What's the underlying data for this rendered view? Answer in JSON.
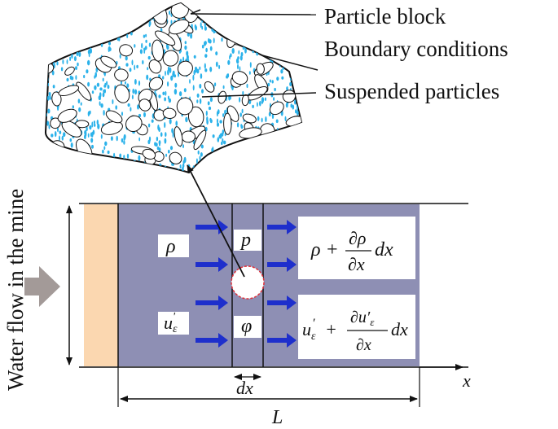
{
  "labels": {
    "particle_block": "Particle block",
    "boundary_conditions": "Boundary conditions",
    "suspended_particles": "Suspended particles",
    "water_flow": "Water flow in the mine"
  },
  "symbols": {
    "rho": "ρ",
    "p": "p",
    "u_eps_base": "u",
    "u_eps_sub": "ε",
    "phi": "φ",
    "dx": "dx",
    "x_axis": "x",
    "L": "L"
  },
  "equations": {
    "rho_plus": "ρ +",
    "rho_num": "∂ρ",
    "rho_den": "∂x",
    "rho_tail": "dx",
    "u_plus": "+",
    "u_num_base": "∂u′",
    "u_num_sub": "ε",
    "u_den": "∂x",
    "u_tail": "dx"
  },
  "colors": {
    "channel_fill": "#8e8fb4",
    "inlet_fill": "#fbd7b0",
    "flow_arrow": "#1e2fcc",
    "particle_dot": "#2bb2ea",
    "inflow_arrow": "#a39a98",
    "element_outline": "#e0303a"
  }
}
